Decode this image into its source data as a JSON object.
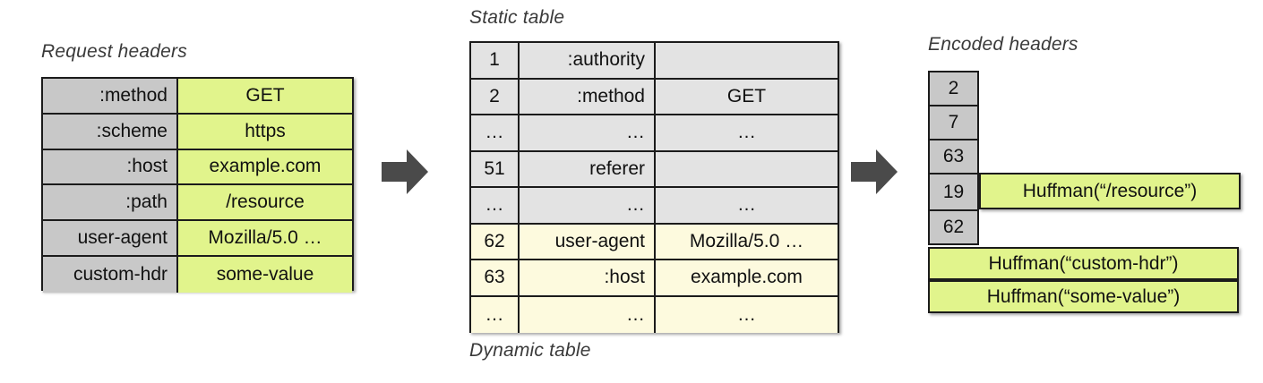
{
  "panels": {
    "request_headers_title": "Request headers",
    "static_table_title": "Static table",
    "dynamic_table_title": "Dynamic table",
    "encoded_headers_title": "Encoded headers"
  },
  "colors": {
    "header_name_cell": "#c8c8c8",
    "header_value_cell": "#e1f48c",
    "static_table_cell": "#e3e3e3",
    "dynamic_table_cell": "#fdfade",
    "literal_cell": "#e1f48c",
    "border": "#1b1b1b",
    "arrow": "#4a4a4a",
    "title_text": "#3a3a3a"
  },
  "request_headers": {
    "rows": [
      {
        "name": ":method",
        "value": "GET"
      },
      {
        "name": ":scheme",
        "value": "https"
      },
      {
        "name": ":host",
        "value": "example.com"
      },
      {
        "name": ":path",
        "value": "/resource"
      },
      {
        "name": "user-agent",
        "value": "Mozilla/5.0 …"
      },
      {
        "name": "custom-hdr",
        "value": "some-value"
      }
    ]
  },
  "index_table": {
    "static_rows": [
      {
        "index": "1",
        "name": ":authority",
        "value": ""
      },
      {
        "index": "2",
        "name": ":method",
        "value": "GET"
      },
      {
        "index": "…",
        "name": "…",
        "value": "…"
      },
      {
        "index": "51",
        "name": "referer",
        "value": ""
      },
      {
        "index": "…",
        "name": "…",
        "value": "…"
      }
    ],
    "dynamic_rows": [
      {
        "index": "62",
        "name": "user-agent",
        "value": "Mozilla/5.0 …"
      },
      {
        "index": "63",
        "name": ":host",
        "value": "example.com"
      },
      {
        "index": "…",
        "name": "…",
        "value": "…"
      }
    ]
  },
  "encoded_headers": {
    "entries": [
      {
        "index": "2",
        "literal": ""
      },
      {
        "index": "7",
        "literal": ""
      },
      {
        "index": "63",
        "literal": ""
      },
      {
        "index": "19",
        "literal": "Huffman(“/resource”)"
      },
      {
        "index": "62",
        "literal": ""
      }
    ],
    "literals": [
      "Huffman(“custom-hdr”)",
      "Huffman(“some-value”)"
    ]
  },
  "arrows": [
    {
      "name": "arrow-request-to-table"
    },
    {
      "name": "arrow-table-to-encoded"
    }
  ]
}
